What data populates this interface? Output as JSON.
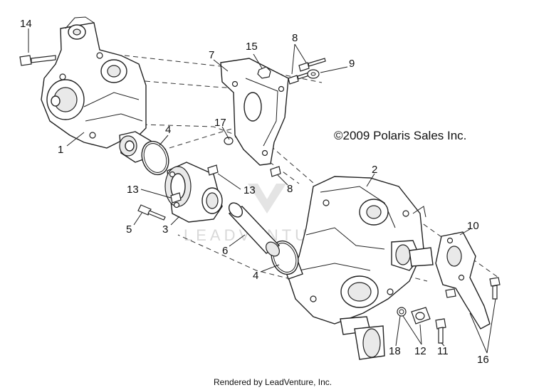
{
  "diagram": {
    "copyright": "©2009 Polaris Sales Inc.",
    "footer": "Rendered by LeadVenture, Inc.",
    "watermark": "LEADVENTURE",
    "callouts": {
      "c1": "1",
      "c2": "2",
      "c3": "3",
      "c4a": "4",
      "c4b": "4",
      "c5": "5",
      "c6": "6",
      "c7": "7",
      "c8a": "8",
      "c8b": "8",
      "c9": "9",
      "c10": "10",
      "c11": "11",
      "c12": "12",
      "c13a": "13",
      "c13b": "13",
      "c14": "14",
      "c15": "15",
      "c16": "16",
      "c17": "17",
      "c18": "18"
    }
  }
}
